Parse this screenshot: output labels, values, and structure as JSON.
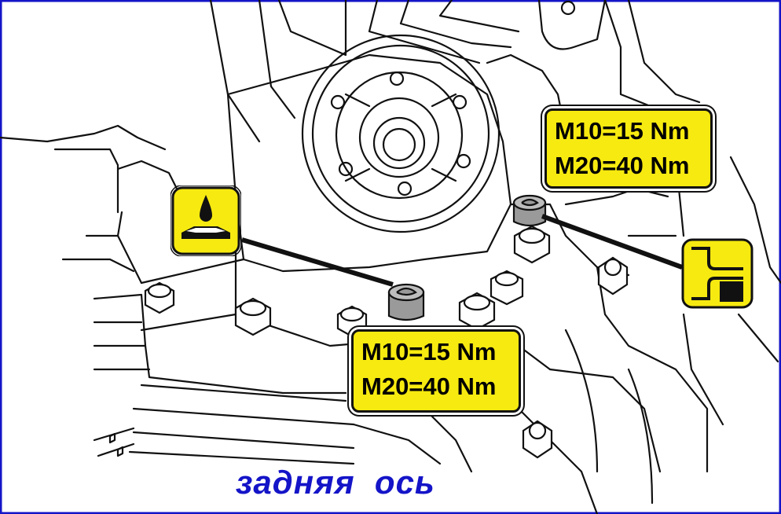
{
  "diagram": {
    "callout_right": {
      "line1": "M10=15 Nm",
      "line2": "M20=40 Nm"
    },
    "callout_bottom": {
      "line1": "M10=15 Nm",
      "line2": "M20=40 Nm"
    },
    "caption": "задняя  ось",
    "icons": {
      "fill_icon": "oil-fill-icon",
      "drain_icon": "oil-drain-icon"
    },
    "colors": {
      "callout_fill": "#f7ea10",
      "caption": "#1414c8",
      "frame": "#1414c8"
    }
  }
}
